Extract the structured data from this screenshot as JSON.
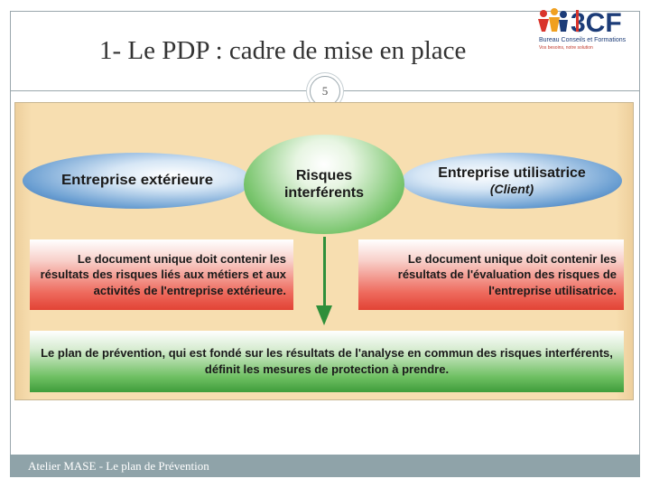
{
  "slide": {
    "title": "1- Le PDP : cadre de mise en place",
    "number": "5",
    "footer": "Atelier MASE - Le plan de Prévention"
  },
  "logo": {
    "name": "BCF",
    "tagline": "Bureau Conseils et Formations",
    "subtagline": "Vos besoins, notre solution"
  },
  "diagram": {
    "left_ellipse": "Entreprise extérieure",
    "center_ellipse": "Risques interférents",
    "right_ellipse": "Entreprise utilisatrice",
    "right_ellipse_sub": "(Client)",
    "left_box": "Le document unique doit contenir les résultats des risques liés aux métiers et aux activités de l'entreprise extérieure.",
    "right_box": "Le document unique doit contenir les résultats de l'évaluation des risques de l'entreprise utilisatrice.",
    "bottom_box": "Le plan de prévention, qui est fondé sur les résultats de l'analyse en commun des risques interférents, définit les mesures de protection à prendre."
  },
  "colors": {
    "panel": "#f7deb0",
    "blue": "#2c63a8",
    "green": "#3f9d3b",
    "red": "#e24335",
    "footer": "#8fa3a9"
  }
}
